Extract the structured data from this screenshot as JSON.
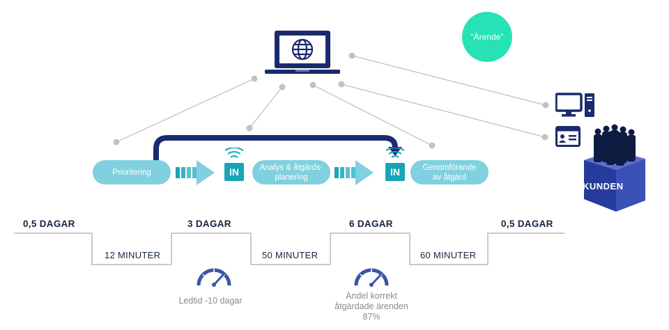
{
  "bubble": {
    "label": "“Ärende”",
    "color": "#26e2b4"
  },
  "process": {
    "steps": [
      {
        "label": "Prioritering"
      },
      {
        "label": "Analys & åtgärds-\nplanering"
      },
      {
        "label": "Genomförande\nav åtgärd"
      }
    ],
    "inbox_label": "IN"
  },
  "customer": {
    "label": "KUNDEN"
  },
  "timeline": {
    "wait_times": [
      "0,5 DAGAR",
      "3 DAGAR",
      "6 DAGAR",
      "0,5 DAGAR"
    ],
    "process_times": [
      "12 MINUTER",
      "50 MINUTER",
      "60 MINUTER"
    ]
  },
  "metrics": [
    {
      "label": "Ledtid -10 dagar"
    },
    {
      "label": "Andel korrekt\nåtgärdade ärenden\n87%"
    }
  ],
  "colors": {
    "navy": "#1a2a6c",
    "teal": "#17a5b8",
    "light_teal": "#80d0df",
    "mint": "#26e2b4",
    "gauge_blue": "#3a55a3",
    "grey_line": "#b8b8b8"
  },
  "icons": [
    "laptop-globe-icon",
    "desktop-computer-icon",
    "web-browser-user-icon",
    "people-group-icon",
    "speedometer-icon",
    "signal-waves-icon"
  ]
}
